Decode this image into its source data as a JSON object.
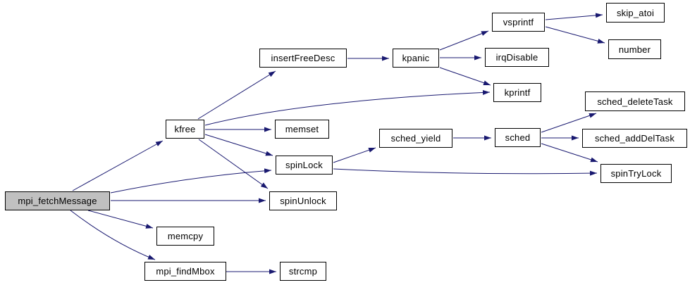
{
  "diagram": {
    "type": "call-graph",
    "root": "mpi_fetchMessage"
  },
  "colors": {
    "edge": "#191970",
    "node_border": "#000000",
    "node_fill": "#ffffff",
    "highlight_fill": "#c0c0c0",
    "text": "#000000",
    "background": "#ffffff"
  },
  "graph": {
    "nodes": [
      {
        "id": "mpi_fetchMessage",
        "label": "mpi_fetchMessage",
        "highlighted": true
      },
      {
        "id": "kfree",
        "label": "kfree"
      },
      {
        "id": "insertFreeDesc",
        "label": "insertFreeDesc"
      },
      {
        "id": "memset",
        "label": "memset"
      },
      {
        "id": "spinLock",
        "label": "spinLock"
      },
      {
        "id": "spinUnlock",
        "label": "spinUnlock"
      },
      {
        "id": "memcpy",
        "label": "memcpy"
      },
      {
        "id": "mpi_findMbox",
        "label": "mpi_findMbox"
      },
      {
        "id": "strcmp",
        "label": "strcmp"
      },
      {
        "id": "sched_yield",
        "label": "sched_yield"
      },
      {
        "id": "kpanic",
        "label": "kpanic"
      },
      {
        "id": "vsprintf",
        "label": "vsprintf"
      },
      {
        "id": "irqDisable",
        "label": "irqDisable"
      },
      {
        "id": "kprintf",
        "label": "kprintf"
      },
      {
        "id": "sched",
        "label": "sched"
      },
      {
        "id": "skip_atoi",
        "label": "skip_atoi"
      },
      {
        "id": "number",
        "label": "number"
      },
      {
        "id": "sched_deleteTask",
        "label": "sched_deleteTask"
      },
      {
        "id": "sched_addDelTask",
        "label": "sched_addDelTask"
      },
      {
        "id": "spinTryLock",
        "label": "spinTryLock"
      }
    ],
    "edges": [
      {
        "from": "mpi_fetchMessage",
        "to": "kfree"
      },
      {
        "from": "mpi_fetchMessage",
        "to": "spinLock"
      },
      {
        "from": "mpi_fetchMessage",
        "to": "spinUnlock"
      },
      {
        "from": "mpi_fetchMessage",
        "to": "memcpy"
      },
      {
        "from": "mpi_fetchMessage",
        "to": "mpi_findMbox"
      },
      {
        "from": "mpi_findMbox",
        "to": "strcmp"
      },
      {
        "from": "kfree",
        "to": "insertFreeDesc"
      },
      {
        "from": "kfree",
        "to": "kprintf"
      },
      {
        "from": "kfree",
        "to": "memset"
      },
      {
        "from": "kfree",
        "to": "spinLock"
      },
      {
        "from": "kfree",
        "to": "spinUnlock"
      },
      {
        "from": "insertFreeDesc",
        "to": "kpanic"
      },
      {
        "from": "kpanic",
        "to": "vsprintf"
      },
      {
        "from": "kpanic",
        "to": "irqDisable"
      },
      {
        "from": "kpanic",
        "to": "kprintf"
      },
      {
        "from": "vsprintf",
        "to": "skip_atoi"
      },
      {
        "from": "vsprintf",
        "to": "number"
      },
      {
        "from": "spinLock",
        "to": "sched_yield"
      },
      {
        "from": "spinLock",
        "to": "spinTryLock"
      },
      {
        "from": "sched_yield",
        "to": "sched"
      },
      {
        "from": "sched",
        "to": "sched_deleteTask"
      },
      {
        "from": "sched",
        "to": "sched_addDelTask"
      },
      {
        "from": "sched",
        "to": "spinTryLock"
      }
    ]
  }
}
